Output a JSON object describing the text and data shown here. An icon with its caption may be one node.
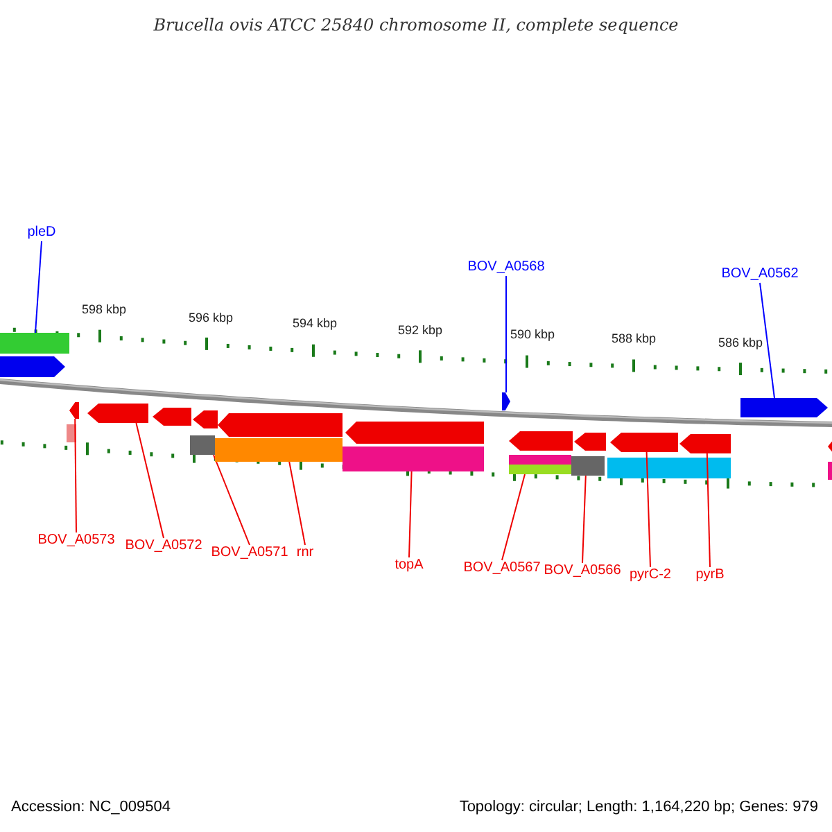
{
  "diagram": {
    "title": "Brucella ovis ATCC 25840 chromosome II, complete sequence",
    "nodes": [
      {
        "text": [
          "pleD"
        ]
      },
      {
        "text": [
          "BOV_A0568"
        ]
      },
      {
        "text": [
          "BOV_A0562"
        ]
      },
      {
        "text": [
          "BOV_A0573"
        ]
      },
      {
        "text": [
          "BOV_A0572"
        ]
      },
      {
        "text": [
          "BOV_A0571"
        ]
      },
      {
        "text": [
          "rnr"
        ]
      },
      {
        "text": [
          "topA"
        ]
      },
      {
        "text": [
          "BOV_A0567"
        ]
      },
      {
        "text": [
          "BOV_A0566"
        ]
      },
      {
        "text": [
          "pyrC-2"
        ]
      },
      {
        "text": [
          "pyrB"
        ]
      },
      {
        "text": [],
        "shape": "bar"
      },
      {
        "text": [],
        "shape": "arrow"
      },
      {
        "text": [],
        "shape": "arrow"
      },
      {
        "text": [],
        "shape": "box"
      },
      {
        "text": [],
        "shape": "bar"
      },
      {
        "text": [],
        "shape": "bar"
      },
      {
        "text": [],
        "shape": "arrow"
      },
      {
        "text": [],
        "shape": "bar"
      },
      {
        "text": [],
        "shape": "bar"
      },
      {
        "text": [],
        "shape": "arrow"
      },
      {
        "text": [],
        "shape": "arrow"
      },
      {
        "text": [],
        "shape": "arrow"
      }
    ],
    "edges": [
      {
        "from": 0,
        "to": 12,
        "arrow": "none",
        "color": "#0000ff"
      },
      {
        "from": 1,
        "to": 18,
        "arrow": "none",
        "color": "#0000ff"
      },
      {
        "from": 2,
        "to": 23,
        "arrow": "none",
        "color": "#0000ff"
      },
      {
        "from": 3,
        "to": 13,
        "arrow": "none"
      },
      {
        "from": 4,
        "to": 14,
        "arrow": "none"
      },
      {
        "from": 5,
        "to": 15,
        "arrow": "none"
      },
      {
        "from": 6,
        "to": 16,
        "arrow": "none"
      },
      {
        "from": 7,
        "to": 17,
        "arrow": "none"
      },
      {
        "from": 8,
        "to": 19,
        "arrow": "none"
      },
      {
        "from": 9,
        "to": 20,
        "arrow": "none"
      },
      {
        "from": 10,
        "to": 21,
        "arrow": "none"
      },
      {
        "from": 11,
        "to": 22,
        "arrow": "none"
      }
    ],
    "labels": [
      "598 kbp",
      "596 kbp",
      "594 kbp",
      "592 kbp",
      "590 kbp",
      "588 kbp",
      "586 kbp",
      "Accession: NC_009504",
      "Topology: circular; Length: 1,164,220 bp; Genes: 979"
    ]
  }
}
